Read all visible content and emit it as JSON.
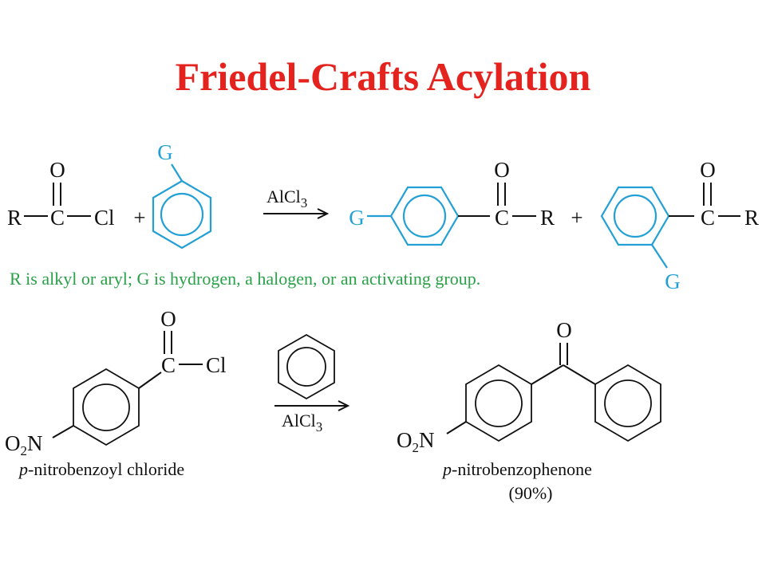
{
  "title": "Friedel-Crafts Acylation",
  "colors": {
    "title": "#e4231f",
    "substituent": "#22a0d6",
    "note": "#2aa148",
    "text": "#111111"
  },
  "reaction1": {
    "acyl_chloride": {
      "oxygen": "O",
      "r_group": "R",
      "carbon": "C",
      "chlorine": "Cl"
    },
    "plus": "+",
    "arene_substituent": "G",
    "catalyst": {
      "main": "AlCl",
      "subscript": "3"
    },
    "para_product": {
      "g": "G",
      "carbon": "C",
      "r": "R",
      "oxygen": "O"
    },
    "ortho_product": {
      "g": "G",
      "carbon": "C",
      "r": "R",
      "oxygen": "O"
    },
    "note": "R is alkyl or aryl; G is hydrogen, a halogen, or an activating group."
  },
  "reaction2": {
    "reactant": {
      "oxygen": "O",
      "carbon": "C",
      "chlorine": "Cl",
      "nitro_main": "O",
      "nitro_sub": "2",
      "nitro_n": "N",
      "name_prefix": "p",
      "name_rest": "-nitrobenzoyl chloride"
    },
    "catalyst": {
      "main": "AlCl",
      "subscript": "3"
    },
    "product": {
      "oxygen": "O",
      "nitro_main": "O",
      "nitro_sub": "2",
      "nitro_n": "N",
      "name_prefix": "p",
      "name_rest": "-nitrobenzophenone",
      "yield": "(90%)"
    }
  }
}
